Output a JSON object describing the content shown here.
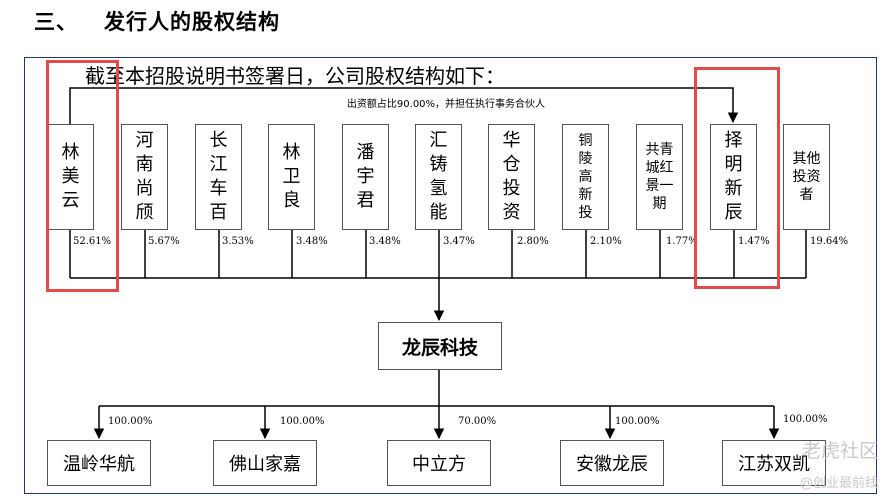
{
  "section": {
    "number": "三、",
    "title": "发行人的股权结构"
  },
  "intro": "截至本招股说明书签署日，公司股权结构如下：",
  "gp_note": "出资额占比90.00%，并担任执行事务合伙人",
  "shareholders": [
    {
      "name": [
        "林",
        "美",
        "云"
      ],
      "pct": "52.61%"
    },
    {
      "name": [
        "河",
        "南",
        "尚",
        "颀"
      ],
      "pct": "5.67%"
    },
    {
      "name": [
        "长",
        "江",
        "车",
        "百"
      ],
      "pct": "3.53%"
    },
    {
      "name": [
        "林",
        "卫",
        "良"
      ],
      "pct": "3.48%"
    },
    {
      "name": [
        "潘",
        "宇",
        "君"
      ],
      "pct": "3.48%"
    },
    {
      "name": [
        "汇",
        "铸",
        "氢",
        "能"
      ],
      "pct": "3.47%"
    },
    {
      "name": [
        "华",
        "仓",
        "投",
        "资"
      ],
      "pct": "2.80%"
    },
    {
      "name": [
        "铜",
        "陵",
        "高",
        "新",
        "投"
      ],
      "pct": "2.10%"
    },
    {
      "name": [
        "共青",
        "城红",
        "景一",
        "期"
      ],
      "pct": "1.77%"
    },
    {
      "name": [
        "择",
        "明",
        "新",
        "辰"
      ],
      "pct": "1.47%"
    },
    {
      "name": [
        "其他",
        "投资",
        "者"
      ],
      "pct": "19.64%"
    }
  ],
  "company": "龙辰科技",
  "subsidiaries": [
    {
      "name": "温岭华航",
      "pct": "100.00%"
    },
    {
      "name": "佛山家嘉",
      "pct": "100.00%"
    },
    {
      "name": "中立方",
      "pct": "70.00%"
    },
    {
      "name": "安徽龙辰",
      "pct": "100.00%"
    },
    {
      "name": "江苏双凯",
      "pct": "100.00%"
    }
  ],
  "watermark": {
    "line1": "老虎社区",
    "line2": "@创业最前线"
  },
  "colors": {
    "highlight": "#e04b4b",
    "frame": "#1f3a6b",
    "line": "#000000"
  }
}
